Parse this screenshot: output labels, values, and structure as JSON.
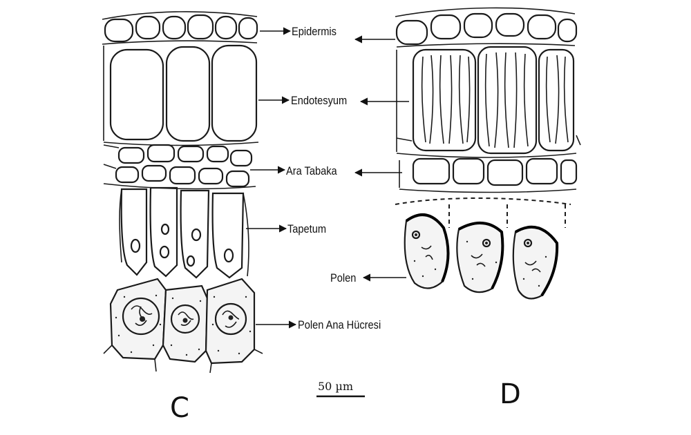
{
  "labels": {
    "epidermis": "Epidermis",
    "endotesyum": "Endotesyum",
    "ara_tabaka": "Ara Tabaka",
    "tapetum": "Tapetum",
    "polen": "Polen",
    "polen_ana_hucresi": "Polen Ana Hücresi"
  },
  "panels": {
    "left": "C",
    "right": "D"
  },
  "scale_bar": {
    "label": "50 µm"
  }
}
